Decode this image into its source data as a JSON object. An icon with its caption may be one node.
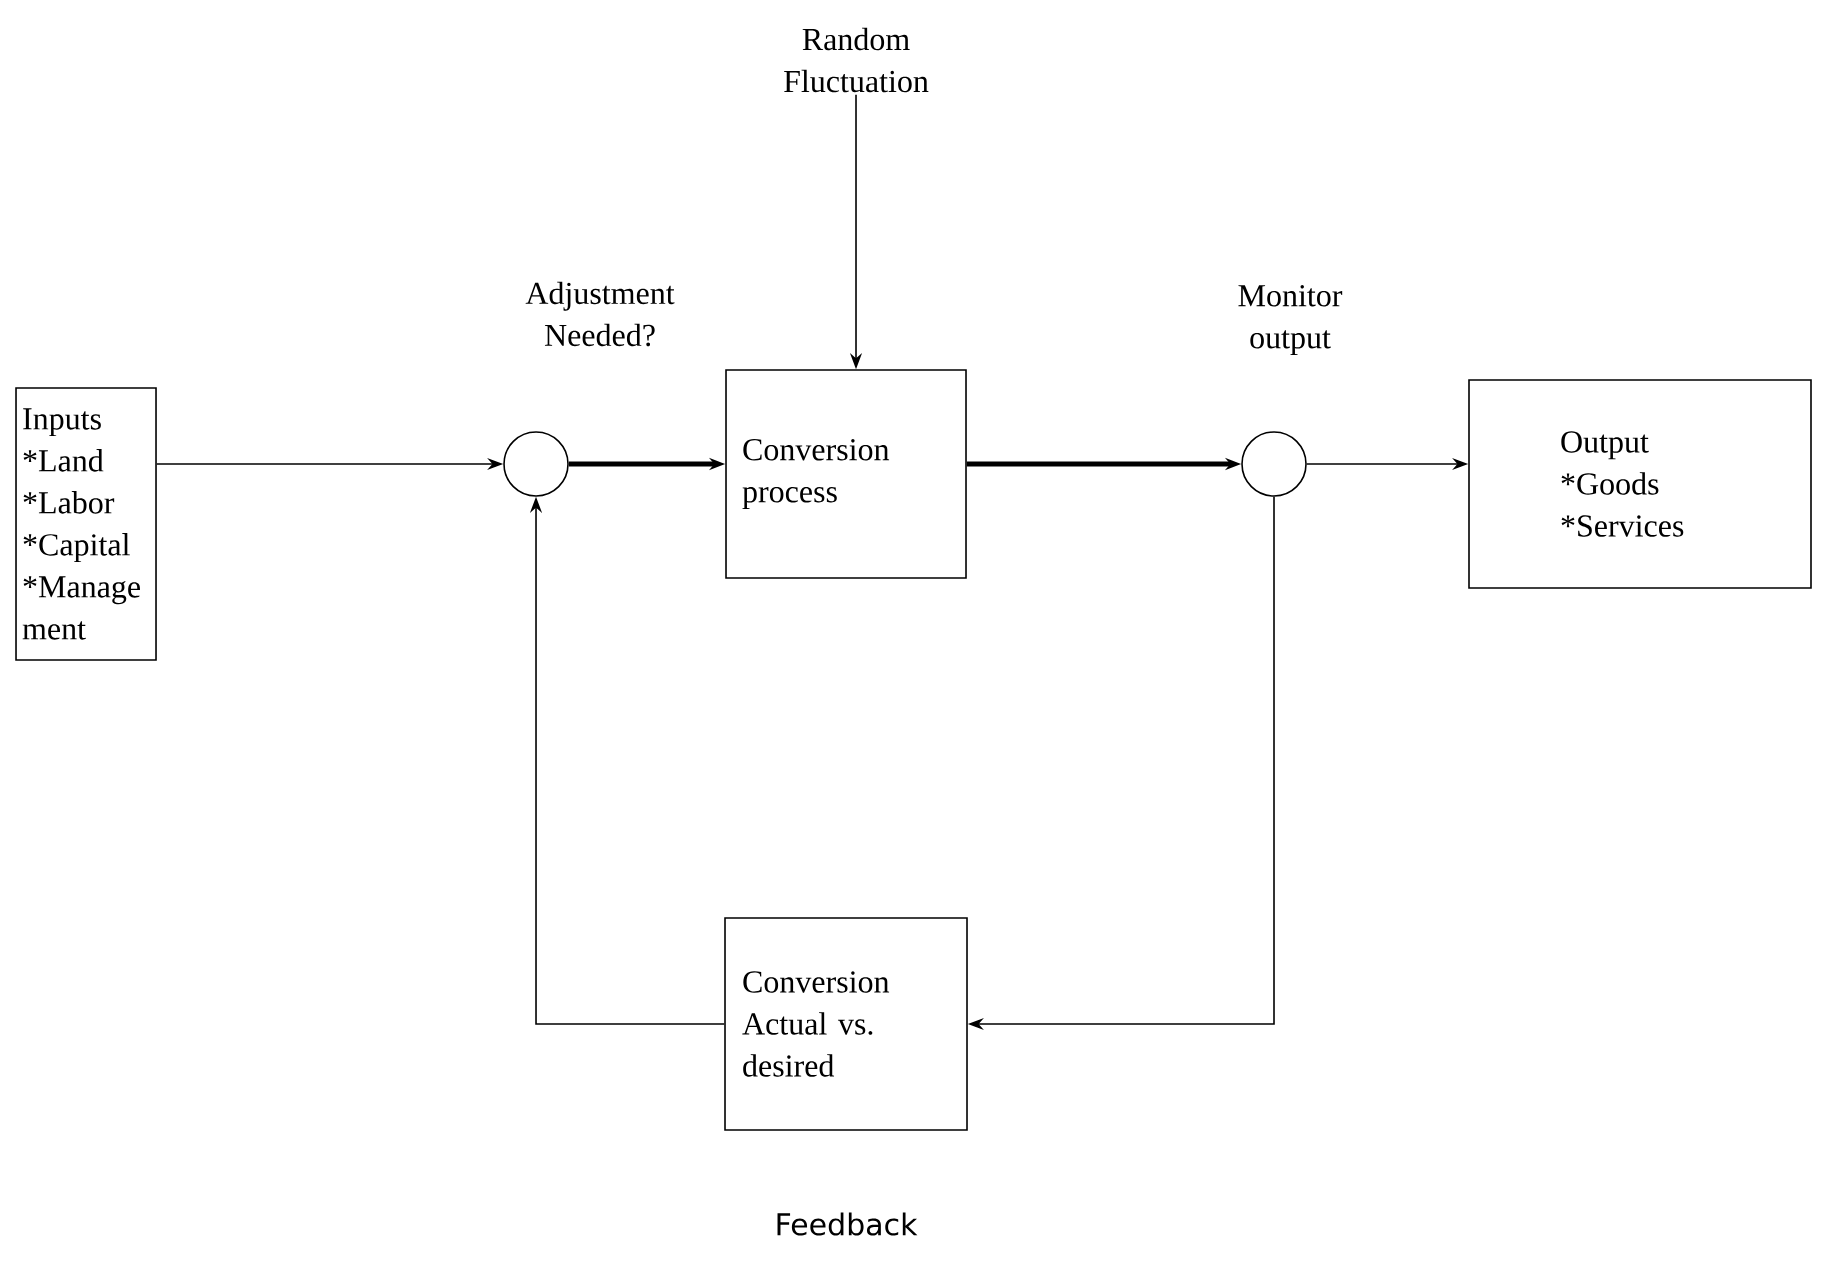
{
  "diagram": {
    "nodes": [
      {
        "text": [
          "Inputs *Land *Labor *Capital *Manage ment"
        ]
      },
      {
        "text": [],
        "shape": "circle",
        "beside": [
          "Adjustment Needed?"
        ]
      },
      {
        "text": [
          "Conversion process"
        ]
      },
      {
        "text": [],
        "shape": "circle",
        "beside": [
          "Monitor output"
        ]
      },
      {
        "text": [
          "Output *Goods *Services"
        ]
      },
      {
        "text": [
          "Conversion Actual vs. desired"
        ]
      },
      {
        "text": [
          "Random Fluctuation"
        ]
      }
    ],
    "edges": [
      {
        "from": 0,
        "to": 1,
        "arrow": "to"
      },
      {
        "from": 1,
        "to": 2,
        "arrow": "to",
        "style": "thick"
      },
      {
        "from": 6,
        "to": 2,
        "arrow": "to"
      },
      {
        "from": 2,
        "to": 3,
        "arrow": "to",
        "style": "thick"
      },
      {
        "from": 3,
        "to": 4,
        "arrow": "to"
      },
      {
        "from": 3,
        "to": 5,
        "arrow": "to"
      },
      {
        "from": 5,
        "to": 1,
        "arrow": "to"
      }
    ],
    "labels": [
      "Feedback"
    ]
  }
}
